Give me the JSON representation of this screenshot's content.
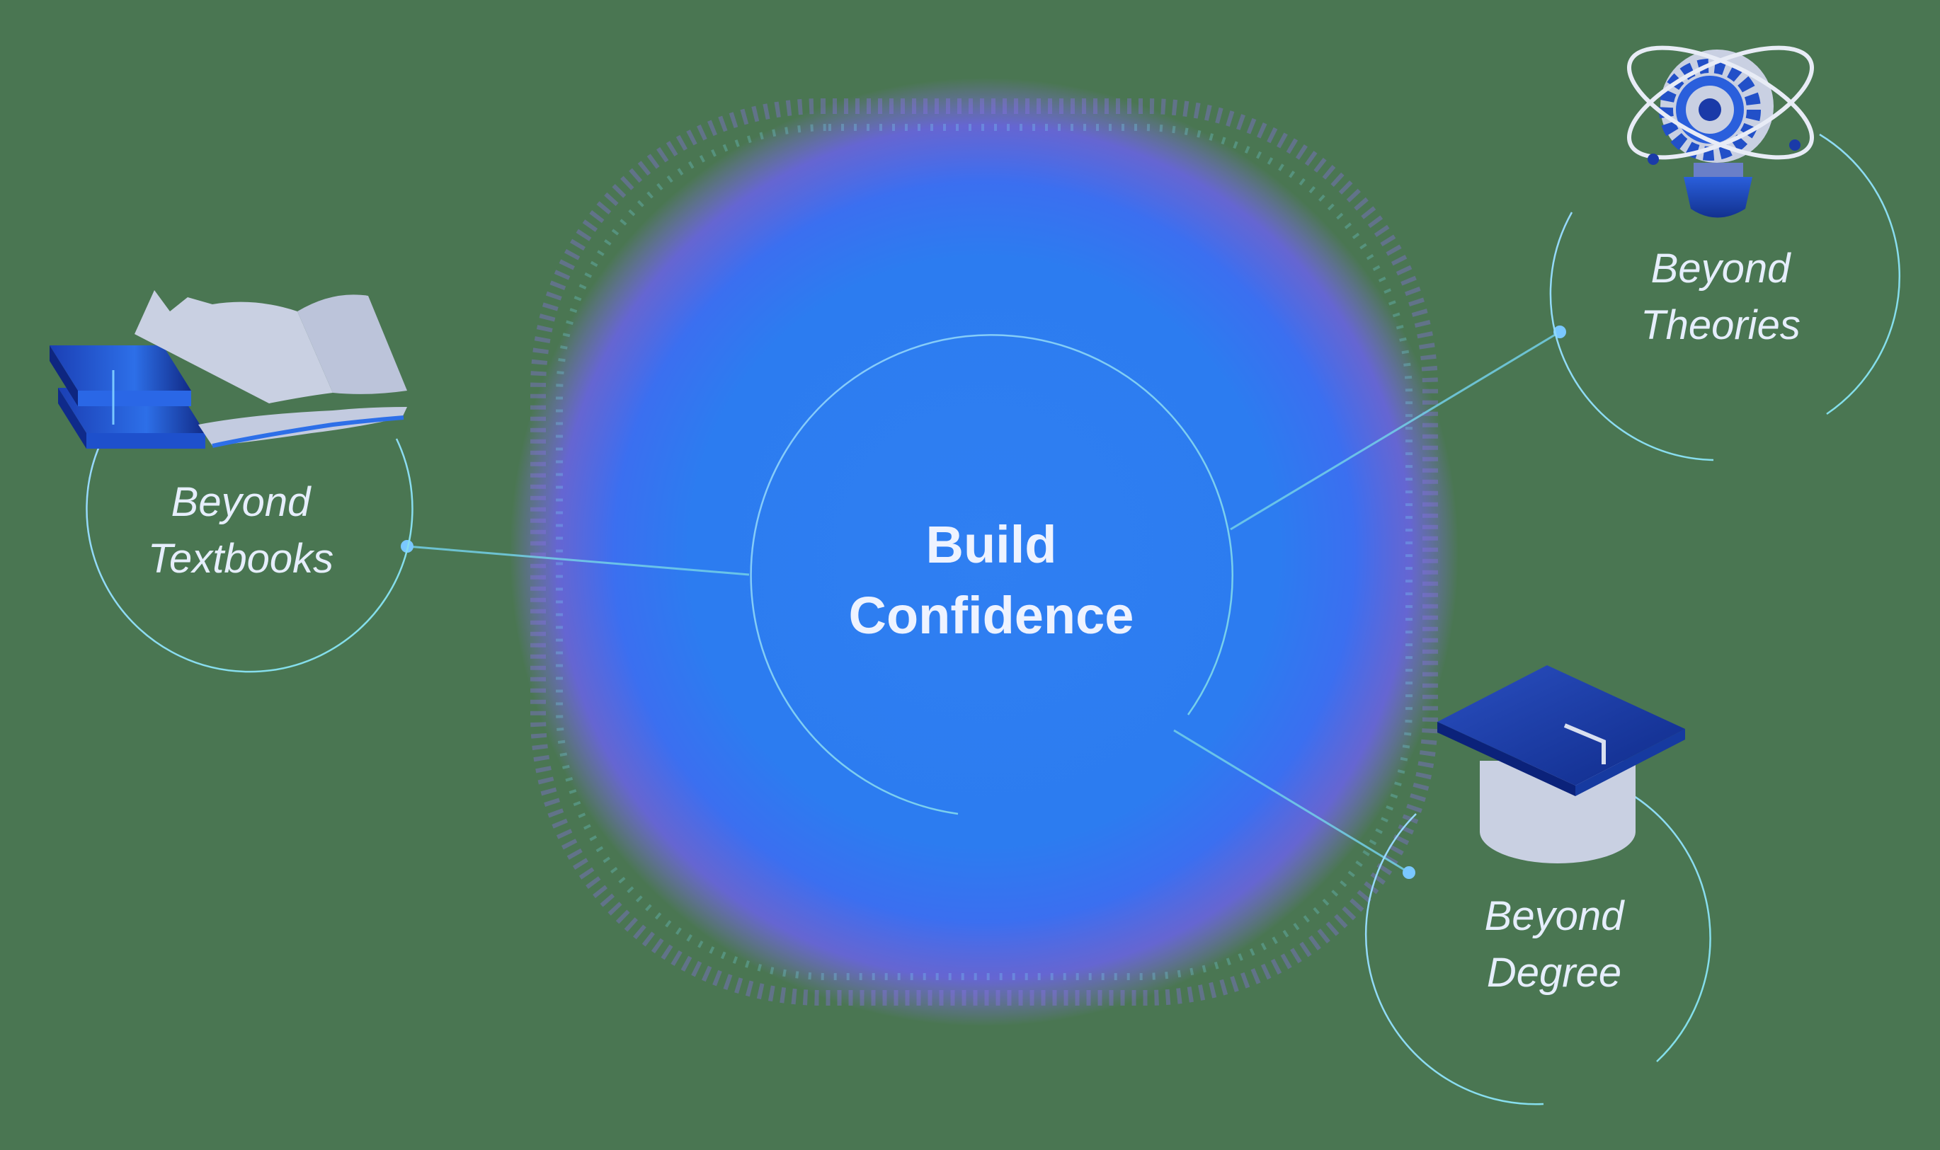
{
  "center": {
    "line1": "Build",
    "line2": "Confidence"
  },
  "nodes": {
    "textbooks": {
      "line1": "Beyond",
      "line2": "Textbooks",
      "icon": "books-icon"
    },
    "theories": {
      "line1": "Beyond",
      "line2": "Theories",
      "icon": "lightbulb-gear-icon"
    },
    "degree": {
      "line1": "Beyond",
      "line2": "Degree",
      "icon": "graduation-cap-icon"
    }
  },
  "colors": {
    "background": "#4a7652",
    "glow_blue": "#2e7ef0",
    "glow_purple": "#6b5ce6",
    "ring_teal": "#7fe0e6",
    "text_light": "#e6eefc",
    "icon_navy": "#1a3aa8",
    "icon_gray": "#c9d0e2"
  }
}
